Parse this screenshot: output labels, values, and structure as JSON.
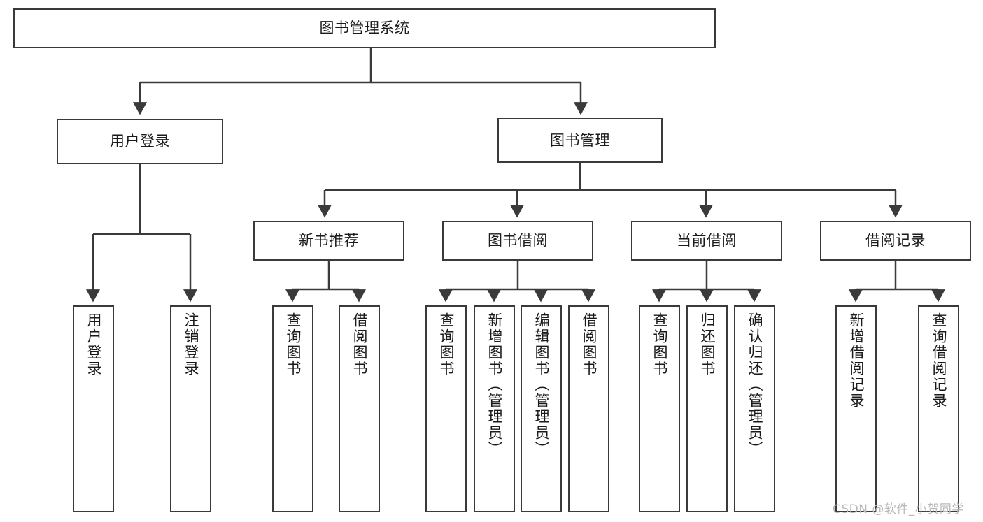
{
  "diagram": {
    "type": "tree-hierarchy",
    "title": "图书管理系统",
    "root": {
      "id": "root",
      "label": "图书管理系统"
    },
    "level1": [
      {
        "id": "user-login",
        "label": "用户登录"
      },
      {
        "id": "book-manage",
        "label": "图书管理"
      }
    ],
    "level2": [
      {
        "id": "new-book-rec",
        "label": "新书推荐",
        "parent": "book-manage"
      },
      {
        "id": "book-borrow",
        "label": "图书借阅",
        "parent": "book-manage"
      },
      {
        "id": "current-borrow",
        "label": "当前借阅",
        "parent": "book-manage"
      },
      {
        "id": "borrow-record",
        "label": "借阅记录",
        "parent": "book-manage"
      }
    ],
    "leaves": [
      {
        "id": "leaf-user-login",
        "label": "用户登录",
        "parent": "user-login"
      },
      {
        "id": "leaf-logout",
        "label": "注销登录",
        "parent": "user-login"
      },
      {
        "id": "leaf-query-book-1",
        "label": "查询图书",
        "parent": "new-book-rec"
      },
      {
        "id": "leaf-borrow-book-1",
        "label": "借阅图书",
        "parent": "new-book-rec"
      },
      {
        "id": "leaf-query-book-2",
        "label": "查询图书",
        "parent": "book-borrow"
      },
      {
        "id": "leaf-add-book",
        "label": "新增图书（管理员）",
        "parent": "book-borrow"
      },
      {
        "id": "leaf-edit-book",
        "label": "编辑图书（管理员）",
        "parent": "book-borrow"
      },
      {
        "id": "leaf-borrow-book-2",
        "label": "借阅图书",
        "parent": "book-borrow"
      },
      {
        "id": "leaf-query-book-3",
        "label": "查询图书",
        "parent": "current-borrow"
      },
      {
        "id": "leaf-return-book",
        "label": "归还图书",
        "parent": "current-borrow"
      },
      {
        "id": "leaf-confirm-return",
        "label": "确认归还（管理员）",
        "parent": "current-borrow"
      },
      {
        "id": "leaf-add-record",
        "label": "新增借阅记录",
        "parent": "borrow-record"
      },
      {
        "id": "leaf-query-record",
        "label": "查询借阅记录",
        "parent": "borrow-record"
      }
    ],
    "colors": {
      "stroke": "#3a3a3a",
      "background": "#ffffff",
      "text": "#1a1a1a",
      "watermark": "#b9b9b9"
    }
  },
  "watermark": {
    "text": "CSDN @软件_小贺同学"
  }
}
